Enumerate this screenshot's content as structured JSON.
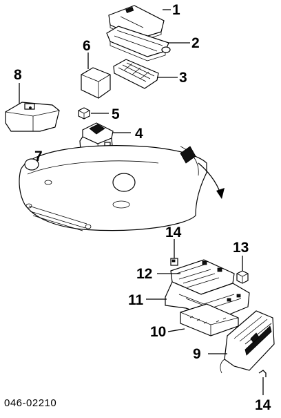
{
  "callouts": [
    {
      "id": "1",
      "text": "1"
    },
    {
      "id": "2",
      "text": "2"
    },
    {
      "id": "3",
      "text": "3"
    },
    {
      "id": "4",
      "text": "4"
    },
    {
      "id": "5",
      "text": "5"
    },
    {
      "id": "6",
      "text": "6"
    },
    {
      "id": "7",
      "text": "7"
    },
    {
      "id": "8",
      "text": "8"
    },
    {
      "id": "9",
      "text": "9"
    },
    {
      "id": "10",
      "text": "10"
    },
    {
      "id": "11",
      "text": "11"
    },
    {
      "id": "12",
      "text": "12"
    },
    {
      "id": "13",
      "text": "13"
    },
    {
      "id": "14a",
      "text": "14"
    },
    {
      "id": "14b",
      "text": "14"
    }
  ],
  "figure_code": "046-02210"
}
